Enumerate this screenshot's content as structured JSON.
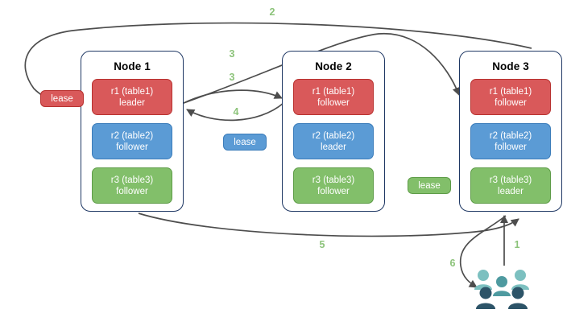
{
  "diagram": {
    "title": "Multi-Raft lease and request routing diagram",
    "colors": {
      "replica_red": "#d9595a",
      "replica_blue": "#5b9bd5",
      "replica_green": "#82bf6a",
      "node_border": "#1f3864",
      "arrow": "#4d4d4d",
      "step_label": "#8cc37a",
      "users_light": "#7cc0c0",
      "users_mid": "#4e9aa0",
      "users_dark": "#2d5468"
    },
    "nodes": [
      {
        "title": "Node 1",
        "replicas": [
          {
            "id": "r1 (table1)",
            "role": "leader",
            "color": "red"
          },
          {
            "id": "r2 (table2)",
            "role": "follower",
            "color": "blue"
          },
          {
            "id": "r3 (table3)",
            "role": "follower",
            "color": "green"
          }
        ]
      },
      {
        "title": "Node 2",
        "replicas": [
          {
            "id": "r1 (table1)",
            "role": "follower",
            "color": "red"
          },
          {
            "id": "r2 (table2)",
            "role": "leader",
            "color": "blue"
          },
          {
            "id": "r3 (table3)",
            "role": "follower",
            "color": "green"
          }
        ]
      },
      {
        "title": "Node 3",
        "replicas": [
          {
            "id": "r1 (table1)",
            "role": "follower",
            "color": "red"
          },
          {
            "id": "r2 (table2)",
            "role": "follower",
            "color": "blue"
          },
          {
            "id": "r3 (table3)",
            "role": "leader",
            "color": "green"
          }
        ]
      }
    ],
    "leases": [
      {
        "label": "lease",
        "color": "red"
      },
      {
        "label": "lease",
        "color": "blue"
      },
      {
        "label": "lease",
        "color": "green"
      }
    ],
    "steps": [
      {
        "label": "1"
      },
      {
        "label": "2"
      },
      {
        "label": "3"
      },
      {
        "label": "3"
      },
      {
        "label": "4"
      },
      {
        "label": "5"
      },
      {
        "label": "6"
      }
    ],
    "users": {
      "name": "users-group",
      "count": 6
    }
  }
}
